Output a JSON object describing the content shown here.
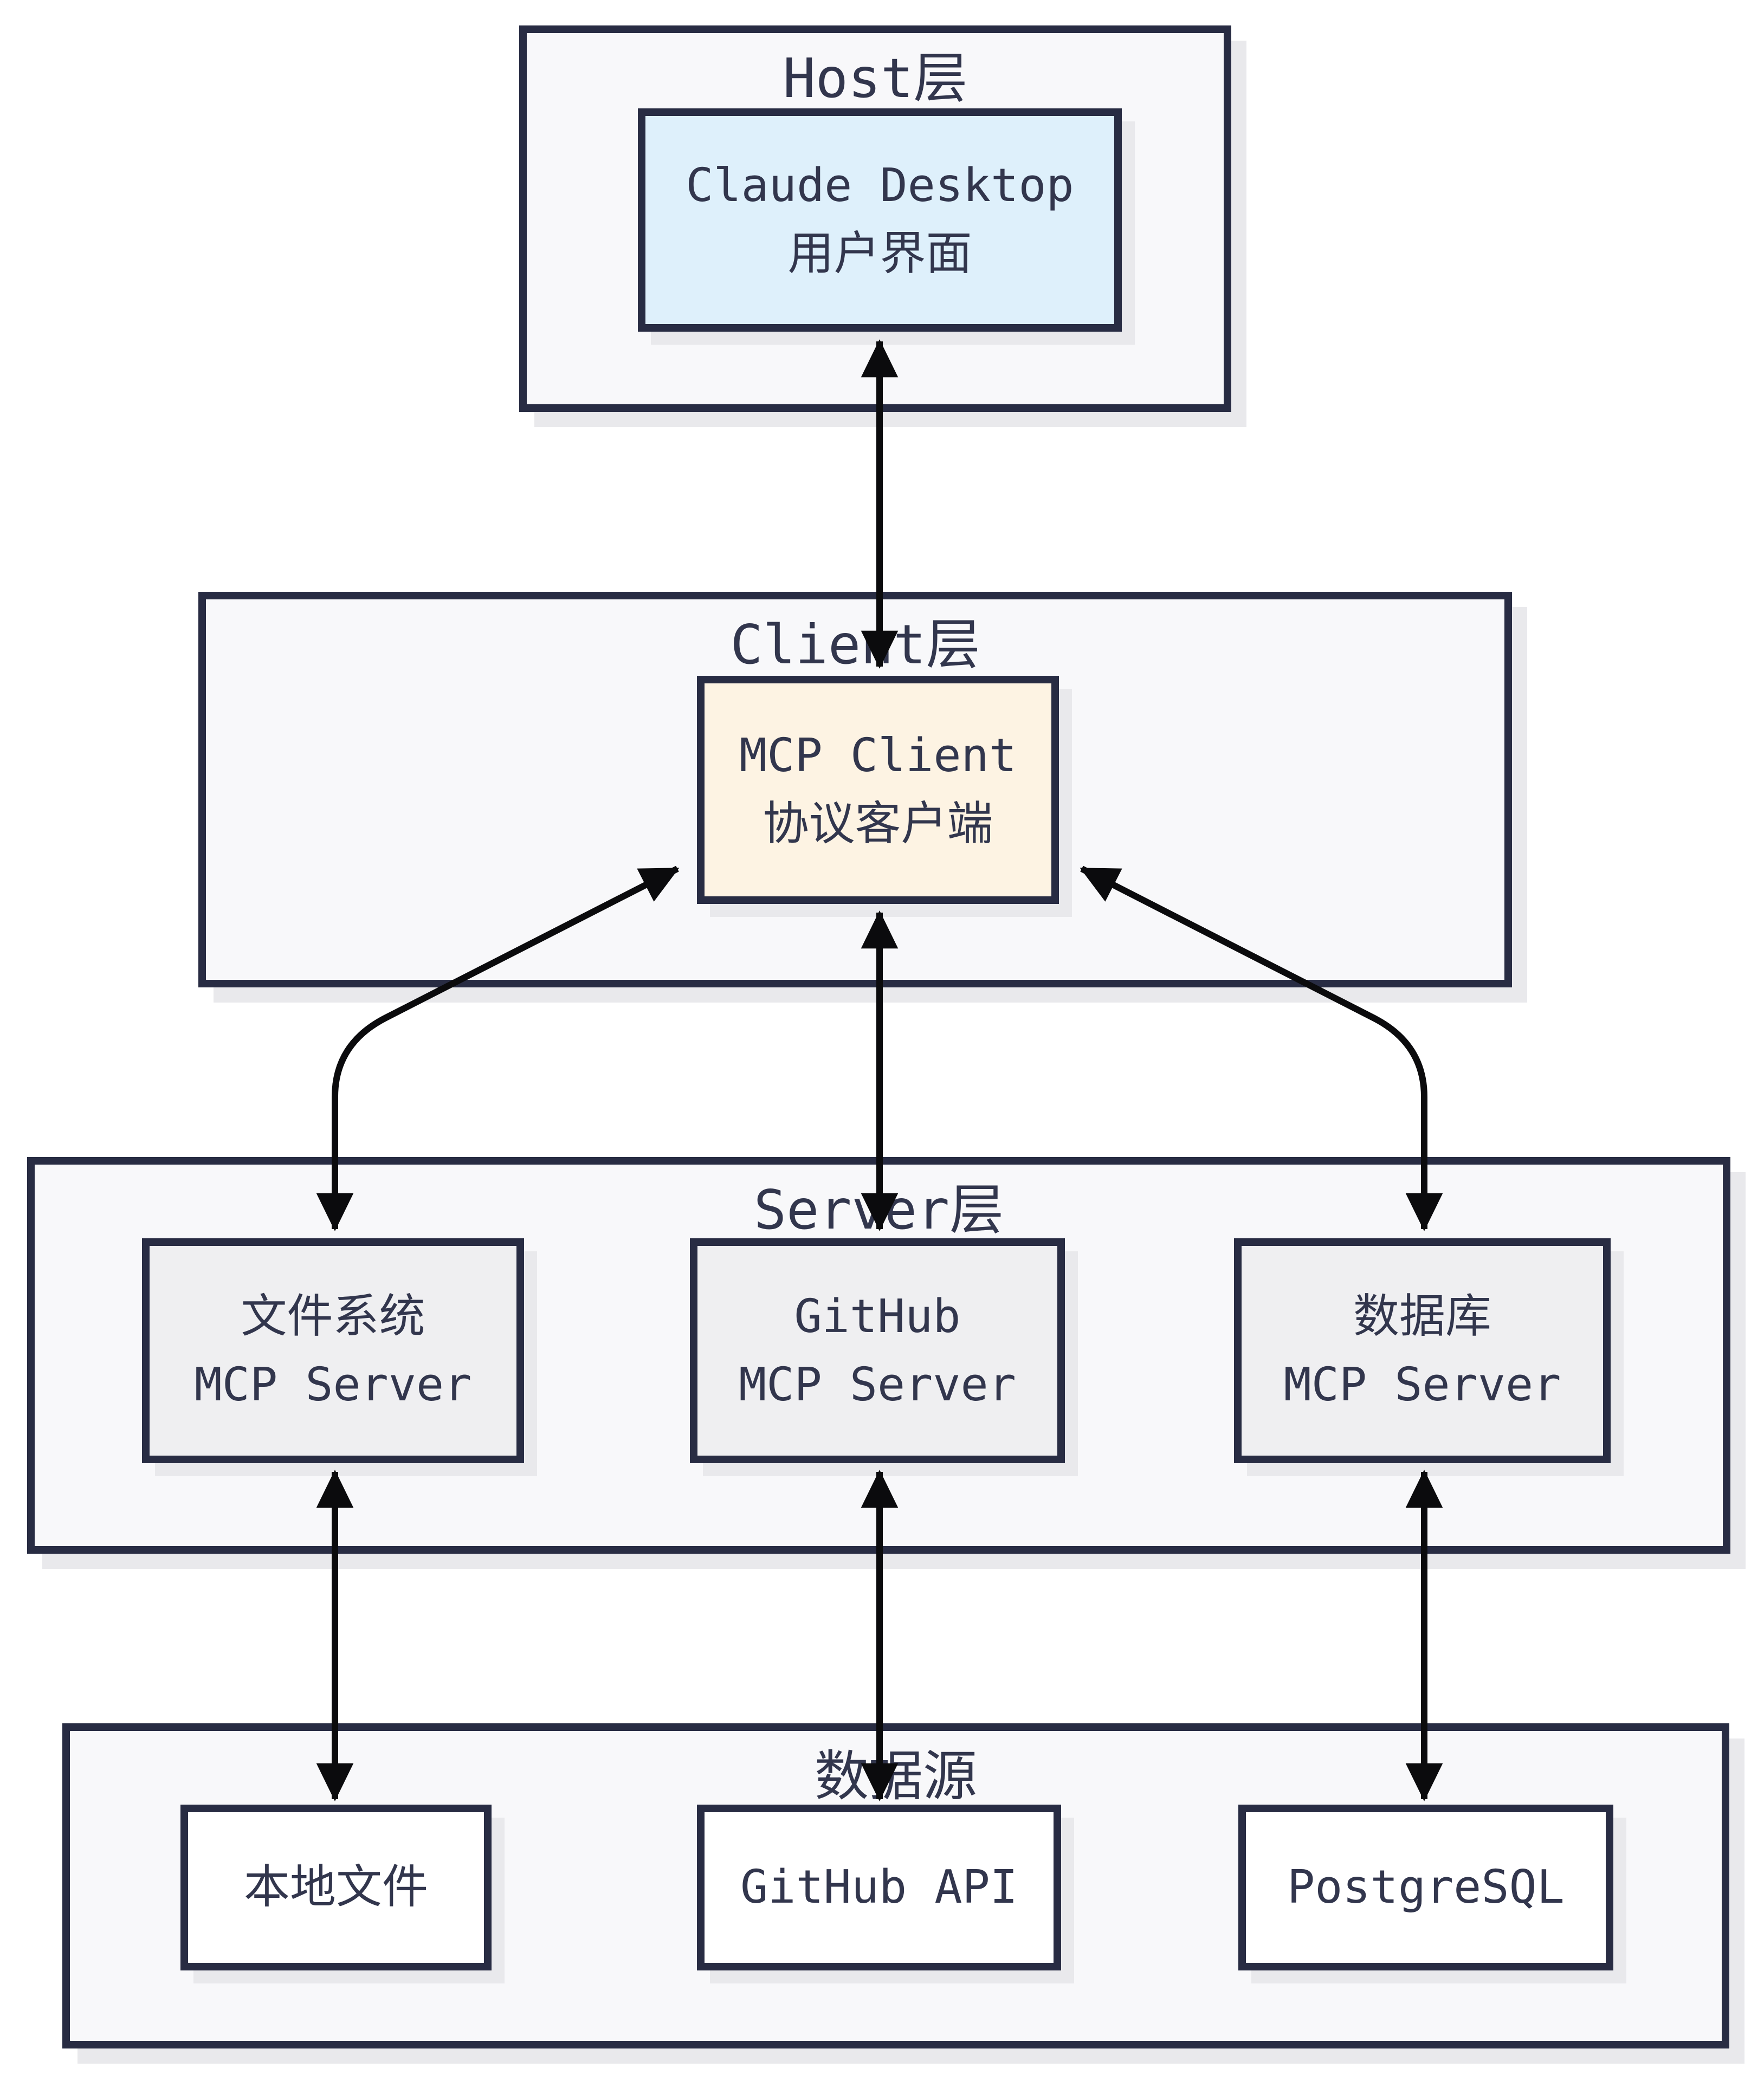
{
  "colors": {
    "container-fill": "#f8f8fa",
    "container-border": "#282c43",
    "box-border": "#282c43",
    "host-box-fill": "#def0fb",
    "client-box-fill": "#fdf3e3",
    "server-box-fill": "#efeff1",
    "data-box-fill": "#ffffff",
    "text": "#32364d",
    "arrow": "#0b0b0d",
    "shadow": "#e9e9ec",
    "page-bg": "#ffffff"
  },
  "layers": {
    "host": {
      "title": "Host层",
      "box": {
        "line1": "Claude Desktop",
        "line2": "用户界面"
      }
    },
    "client": {
      "title": "Client层",
      "box": {
        "line1": "MCP Client",
        "line2": "协议客户端"
      }
    },
    "server": {
      "title": "Server层",
      "boxes": [
        {
          "line1": "文件系统",
          "line2": "MCP Server"
        },
        {
          "line1": "GitHub",
          "line2": "MCP Server"
        },
        {
          "line1": "数据库",
          "line2": "MCP Server"
        }
      ]
    },
    "data": {
      "title": "数据源",
      "boxes": [
        {
          "label": "本地文件"
        },
        {
          "label": "GitHub API"
        },
        {
          "label": "PostgreSQL"
        }
      ]
    }
  },
  "connections": [
    {
      "from": "claude-desktop",
      "to": "mcp-client",
      "bidirectional": true
    },
    {
      "from": "mcp-client",
      "to": "files-mcp-server",
      "bidirectional": true
    },
    {
      "from": "mcp-client",
      "to": "github-mcp-server",
      "bidirectional": true
    },
    {
      "from": "mcp-client",
      "to": "db-mcp-server",
      "bidirectional": true
    },
    {
      "from": "files-mcp-server",
      "to": "local-files",
      "bidirectional": true
    },
    {
      "from": "github-mcp-server",
      "to": "github-api",
      "bidirectional": true
    },
    {
      "from": "db-mcp-server",
      "to": "postgresql",
      "bidirectional": true
    }
  ]
}
